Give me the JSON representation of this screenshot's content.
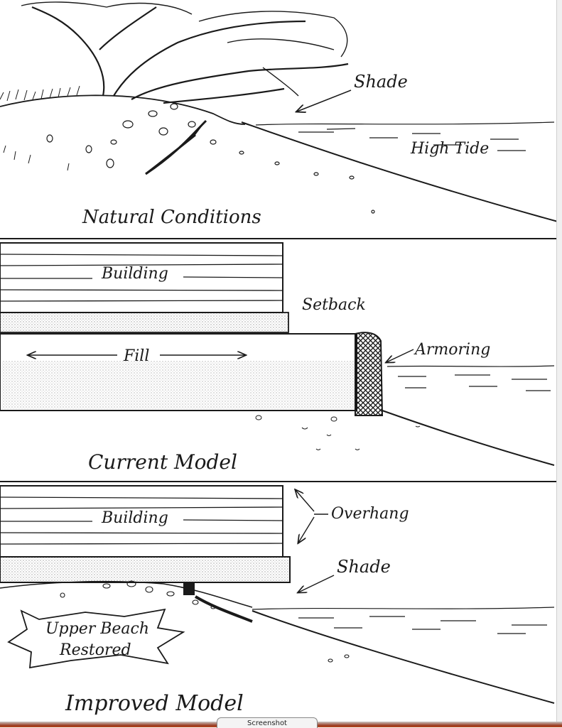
{
  "panels": {
    "natural": {
      "title": "Natural Conditions",
      "shade_label": "Shade",
      "tide_label": "High Tide"
    },
    "current": {
      "title": "Current Model",
      "building_label": "Building",
      "setback_label": "Setback",
      "fill_label": "Fill",
      "armoring_label": "Armoring"
    },
    "improved": {
      "title": "Improved Model",
      "building_label": "Building",
      "overhang_label": "Overhang",
      "shade_label": "Shade",
      "restored_line1": "Upper Beach",
      "restored_line2": "Restored"
    }
  },
  "footer": {
    "tab_label": "Screenshot"
  },
  "colors": {
    "ink": "#1a1a1a",
    "fill_stipple": "#d9d9d9",
    "footer_accent": "#b84a22"
  }
}
